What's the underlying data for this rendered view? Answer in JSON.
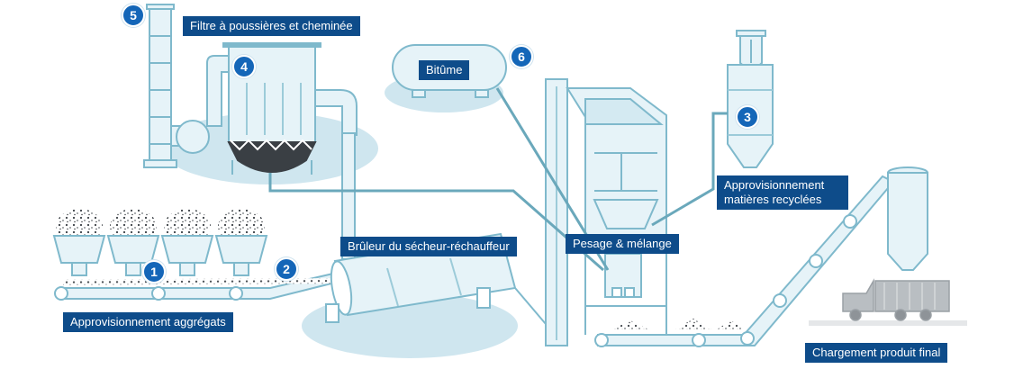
{
  "colors": {
    "label_bg": "#0e4c8a",
    "number_bg": "#1466b8",
    "equipment_fill": "#e6f3f8",
    "equipment_stroke": "#7fb9cc",
    "pipe": "#6aa8bb",
    "dark_material": "#3a3f44",
    "truck": "#b9bec2"
  },
  "labels": {
    "aggregates": "Approvisionnement aggrégats",
    "burner": "Brûleur du sécheur-réchauffeur",
    "filter": "Filtre à poussières et cheminée",
    "bitumen": "Bitûme",
    "weigh_mix": "Pesage & mélange",
    "recycled_line1": "Approvisionnement",
    "recycled_line2": "matières recyclées",
    "final_loading": "Chargement produit final"
  },
  "steps": {
    "s1": "1",
    "s2": "2",
    "s3": "3",
    "s4": "4",
    "s5": "5",
    "s6": "6"
  }
}
